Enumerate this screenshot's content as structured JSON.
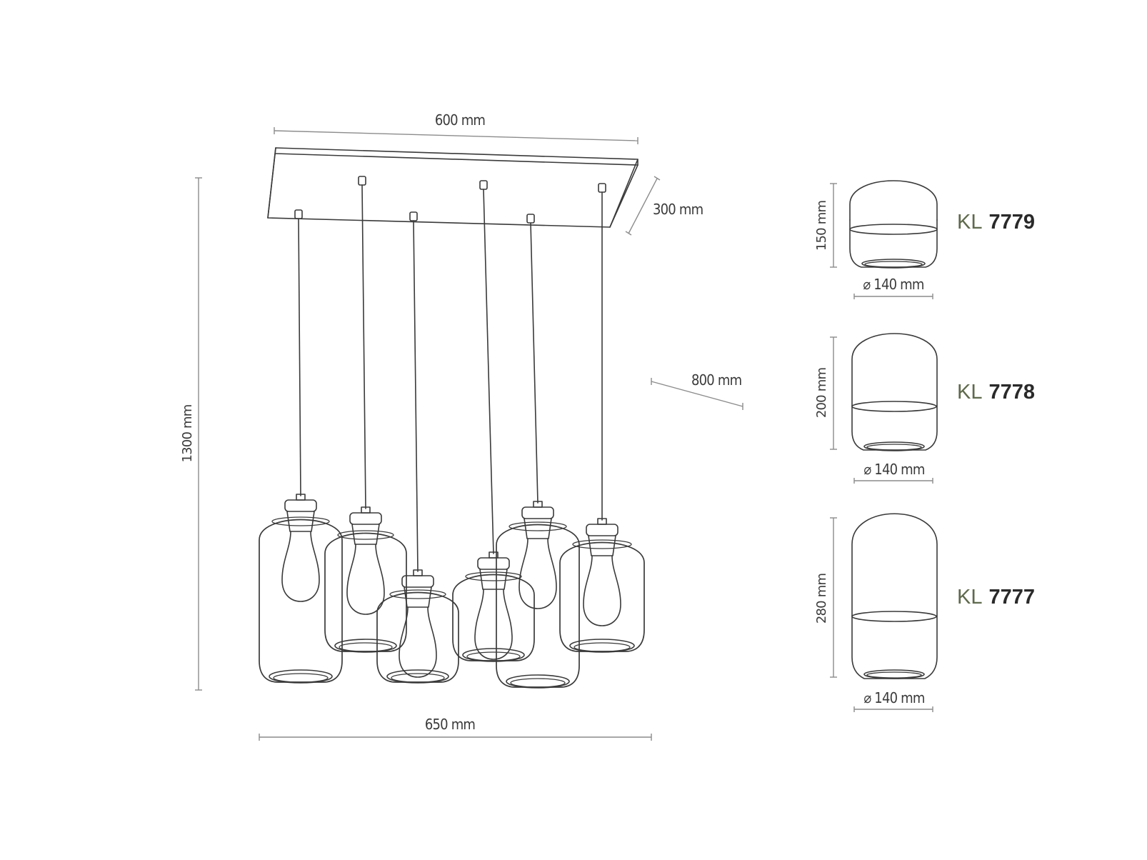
{
  "dimensions": {
    "canopy_width": "600 mm",
    "canopy_depth": "300 mm",
    "cable_spread": "800 mm",
    "total_height": "1300 mm",
    "shade_spread": "650 mm"
  },
  "shades": [
    {
      "prefix": "KL",
      "code": "7779",
      "height": "150 mm",
      "diameter": "⌀ 140 mm"
    },
    {
      "prefix": "KL",
      "code": "7778",
      "height": "200 mm",
      "diameter": "⌀ 140 mm"
    },
    {
      "prefix": "KL",
      "code": "7777",
      "height": "280 mm",
      "diameter": "⌀ 140 mm"
    }
  ],
  "colors": {
    "ink": "#3a3a3a",
    "dimension": "#8c8c8c",
    "kl_prefix": "#5f6a4c"
  }
}
